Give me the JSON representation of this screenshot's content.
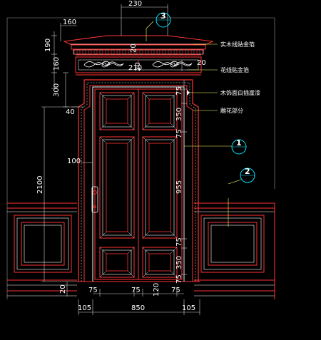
{
  "drawing": {
    "top_dimension": "230",
    "left_dimensions": [
      "160",
      "190",
      "160",
      "300",
      "40",
      "100",
      "2100",
      "20"
    ],
    "upper_dimensions": [
      "20",
      "210",
      "20",
      "20"
    ],
    "door_vertical_dimensions": [
      "75",
      "350",
      "75",
      "955",
      "75",
      "350",
      "75"
    ],
    "bottom_small_dimensions": [
      "75",
      "75",
      "120",
      "75"
    ],
    "bottom_dimensions": [
      "105",
      "850",
      "105"
    ],
    "annotations": [
      "实木线贴金箔",
      "花线贴金箔",
      "木饰面白插崖漆",
      "雕花部分"
    ],
    "callouts": [
      "3",
      "1",
      "2"
    ]
  },
  "colors": {
    "background": "#000000",
    "frame": "#ff3333",
    "panel_inner": "#ffffff",
    "panel_outer": "#ff3333",
    "dimension": "#cfcfcf",
    "callout_line": "#ffff66",
    "callout_circle": "#00e5ff"
  }
}
